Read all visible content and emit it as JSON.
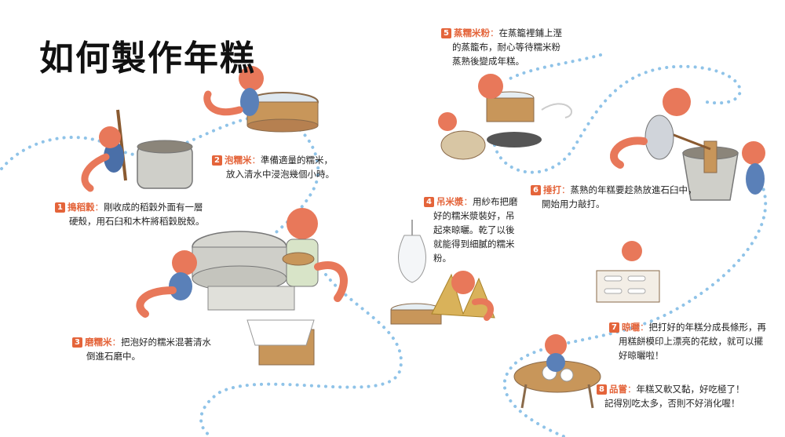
{
  "title": "如何製作年糕",
  "steps": [
    {
      "num": "1",
      "name": "搗稻穀",
      "lines": [
        "剛收成的稻穀外面有一層",
        "硬殼，用石臼和木杵將稻穀脫殼。"
      ]
    },
    {
      "num": "2",
      "name": "泡糯米",
      "lines": [
        "準備適量的糯米，",
        "放入清水中浸泡幾個小時。"
      ]
    },
    {
      "num": "3",
      "name": "磨糯米",
      "lines": [
        "把泡好的糯米混著清水",
        "倒進石磨中。"
      ]
    },
    {
      "num": "4",
      "name": "吊米漿",
      "lines": [
        "用紗布把磨",
        "好的糯米漿裝好，吊",
        "起來晾曬。乾了以後",
        "就能得到細膩的糯米",
        "粉。"
      ]
    },
    {
      "num": "5",
      "name": "蒸糯米粉",
      "lines": [
        "在蒸籠裡鋪上溼",
        "的蒸籠布，耐心等待糯米粉",
        "蒸熟後變成年糕。"
      ]
    },
    {
      "num": "6",
      "name": "捶打",
      "lines": [
        "蒸熟的年糕要趁熱放進石臼中，",
        "開始用力敲打。"
      ]
    },
    {
      "num": "7",
      "name": "晾曬",
      "lines": [
        "把打好的年糕分成長條形，再",
        "用糕餅模印上漂亮的花紋，就可以擺",
        "好晾曬啦！"
      ]
    },
    {
      "num": "8",
      "name": "品嘗",
      "lines": [
        "年糕又軟又黏，好吃極了！",
        "記得別吃太多，否則不好消化喔！"
      ]
    }
  ],
  "colors": {
    "accent": "#e4643a",
    "path": "#8fc3e8",
    "fox": "#e8785a",
    "stone": "#cfcfc9",
    "wood": "#c8965a"
  }
}
